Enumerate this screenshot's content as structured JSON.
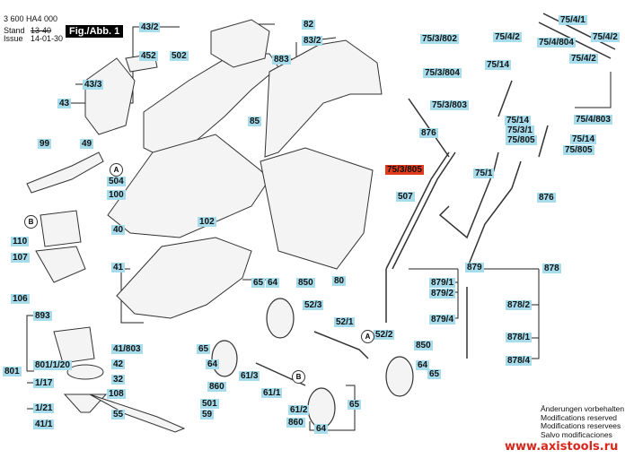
{
  "header": {
    "part_number": "3 600 HA4 000",
    "stand_label": "Stand",
    "stand_value": "13-40",
    "issue_label": "Issue",
    "issue_value": "14-01-30",
    "figure_label": "Fig./Abb. 1"
  },
  "labels": {
    "l43_2": "43/2",
    "l452": "452",
    "l502": "502",
    "l43_3": "43/3",
    "l43": "43",
    "l82": "82",
    "l83_2": "83/2",
    "l883": "883",
    "l85": "85",
    "l99": "99",
    "l49": "49",
    "l504": "504",
    "l100": "100",
    "l40": "40",
    "l110": "110",
    "l107": "107",
    "l102": "102",
    "l80": "80",
    "l41": "41",
    "l106": "106",
    "l893": "893",
    "l801": "801",
    "l801_1_20": "801/1/20",
    "l1_17": "1/17",
    "l1_21": "1/21",
    "l41_1": "41/1",
    "l41_803": "41/803",
    "l42": "42",
    "l32": "32",
    "l108": "108",
    "l55": "55",
    "l501": "501",
    "l59": "59",
    "l65a": "65",
    "l64a": "64",
    "l850a": "850",
    "l52_3": "52/3",
    "l52_1": "52/1",
    "l52_2": "52/2",
    "l65b": "65",
    "l64b": "64",
    "l860a": "860",
    "l61_3": "61/3",
    "l61_1": "61/1",
    "l61_2": "61/2",
    "l860b": "860",
    "l64c": "64",
    "l65c": "65",
    "l850b": "850",
    "l64d": "64",
    "l65d": "65",
    "l75_4_1": "75/4/1",
    "l75_4_2a": "75/4/2",
    "l75_4_2b": "75/4/2",
    "l75_4_804": "75/4/804",
    "l75_4_2c": "75/4/2",
    "l75_3_802": "75/3/802",
    "l75_3_804": "75/3/804",
    "l75_14a": "75/14",
    "l75_3_803": "75/3/803",
    "l75_14b": "75/14",
    "l75_3_1": "75/3/1",
    "l75_805a": "75/805",
    "l75_4_803": "75/4/803",
    "l75_14c": "75/14",
    "l75_805b": "75/805",
    "l876a": "876",
    "l75_3_805": "75/3/805",
    "l507": "507",
    "l75_1": "75/1",
    "l876b": "876",
    "l879": "879",
    "l879_1": "879/1",
    "l879_2": "879/2",
    "l879_4": "879/4",
    "l878": "878",
    "l878_2": "878/2",
    "l878_1": "878/1",
    "l878_4": "878/4"
  },
  "markers": {
    "a1": "A",
    "b1": "B",
    "a2": "A",
    "b2": "B"
  },
  "footer": {
    "notes": [
      "Änderungen vorbehalten",
      "Modifications reserved",
      "Modifications reservees",
      "Salvo modificaciones"
    ],
    "website": "www.axistools.ru"
  },
  "colors": {
    "label_bg": "#a6dcec",
    "highlight_label_bg": "#e23a1c",
    "website": "#d8261a"
  }
}
